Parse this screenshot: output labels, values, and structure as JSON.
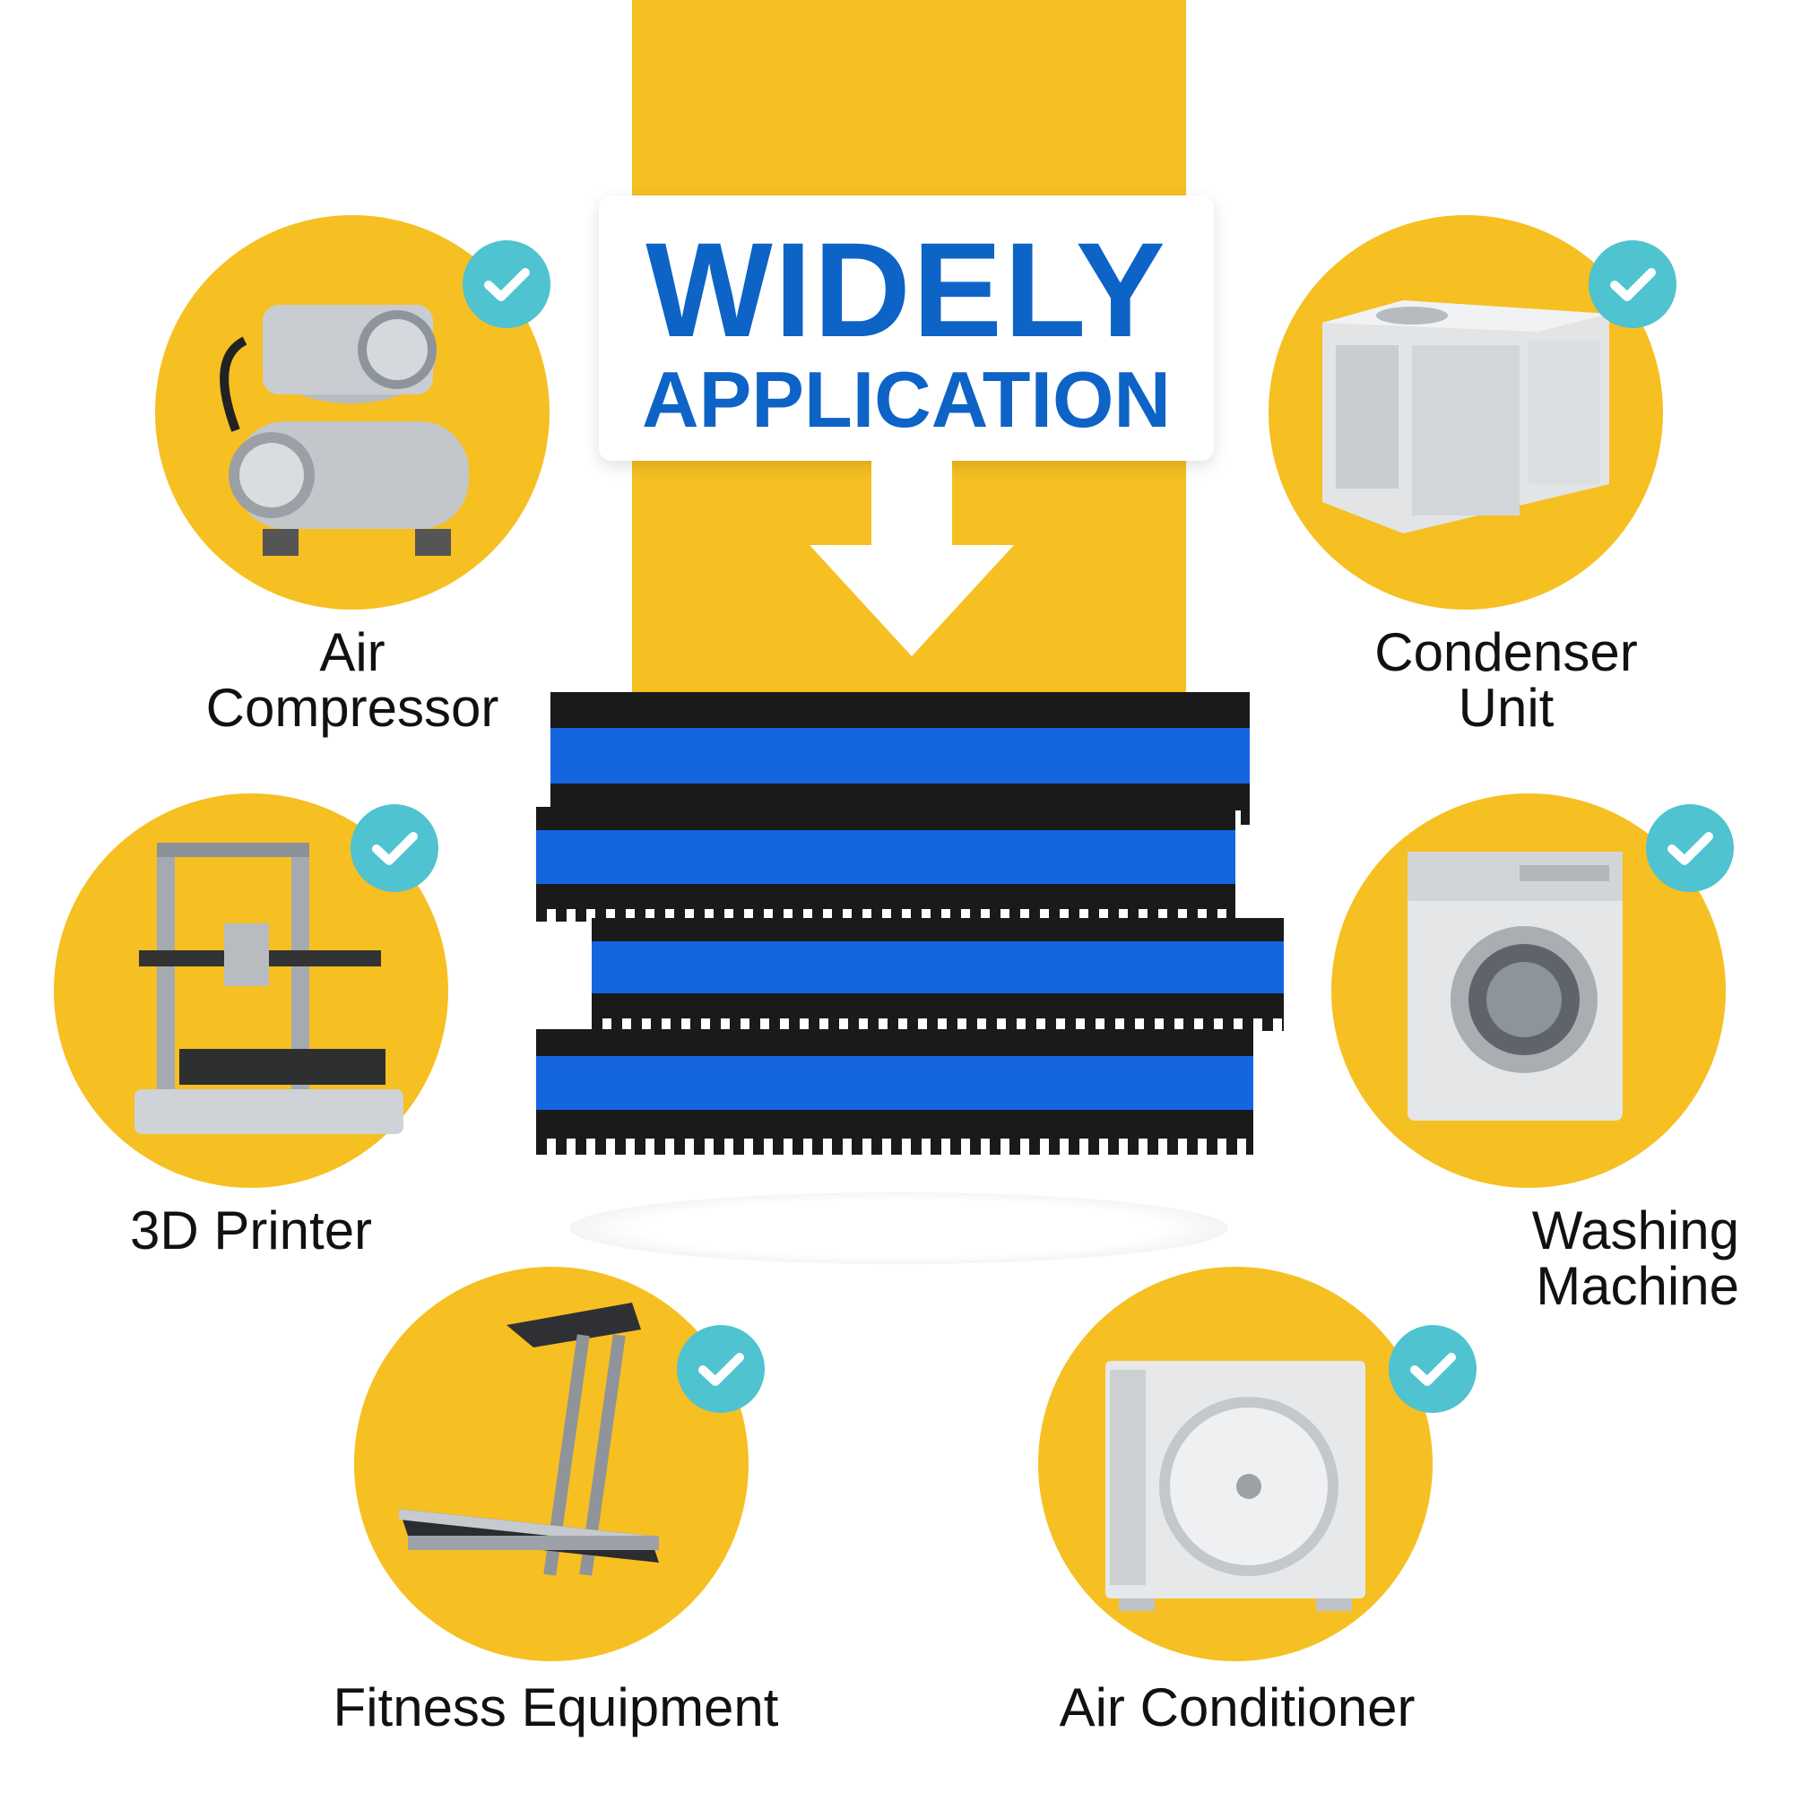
{
  "header": {
    "title": "WIDELY",
    "subtitle": "APPLICATION"
  },
  "colors": {
    "accent_yellow": "#F6BF22",
    "title_blue": "#0D63C6",
    "check_teal": "#4FC3CF",
    "pad_blue": "#1565E0",
    "pad_black": "#1A1A1A"
  },
  "applications": [
    {
      "id": "air-compressor",
      "label_lines": [
        "Air",
        "Compressor"
      ],
      "icon": "check-icon"
    },
    {
      "id": "3d-printer",
      "label_lines": [
        "3D Printer"
      ],
      "icon": "check-icon"
    },
    {
      "id": "fitness-equipment",
      "label_lines": [
        "Fitness Equipment"
      ],
      "icon": "check-icon"
    },
    {
      "id": "condenser-unit",
      "label_lines": [
        "Condenser",
        "Unit"
      ],
      "icon": "check-icon"
    },
    {
      "id": "washing-machine",
      "label_lines": [
        "Washing",
        "Machine"
      ],
      "icon": "check-icon"
    },
    {
      "id": "air-conditioner",
      "label_lines": [
        "Air Conditioner"
      ],
      "icon": "check-icon"
    }
  ]
}
